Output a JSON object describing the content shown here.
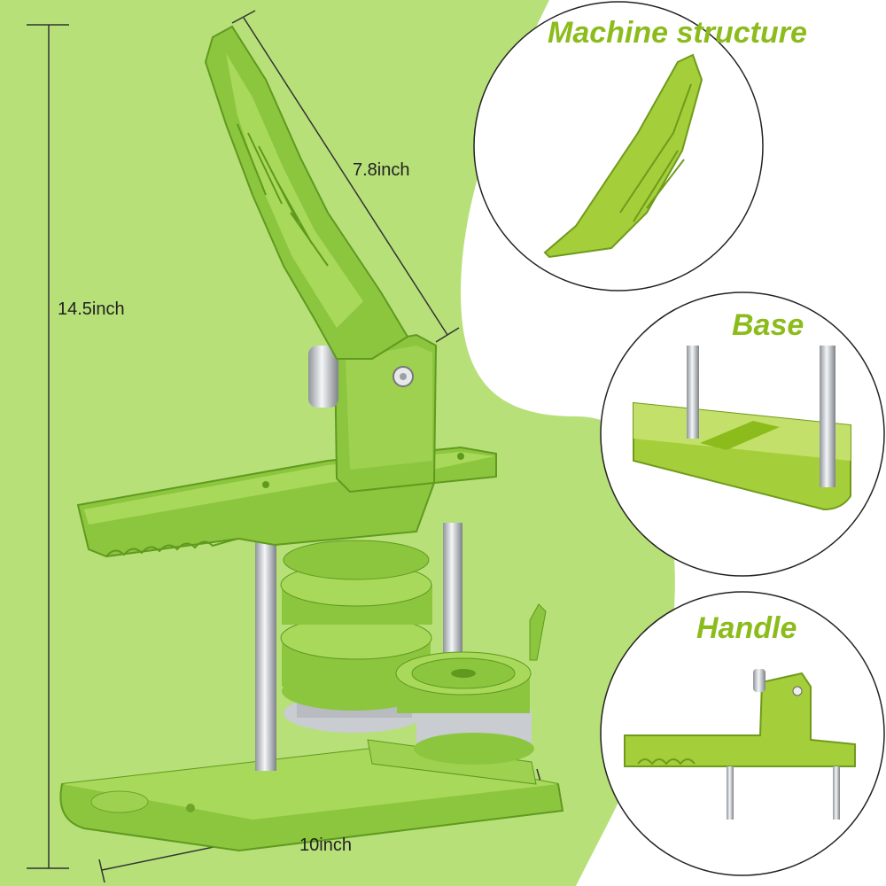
{
  "colors": {
    "bg_green": "#b7e079",
    "machine_green": "#8cc63f",
    "machine_dark": "#5f9a1e",
    "machine_light": "#b6e26a",
    "callout_text": "#8cbc1c",
    "steel": "#c9ccd0"
  },
  "dimensions": {
    "height": "14.5inch",
    "handle_length": "7.8inch",
    "base_width": "10inch"
  },
  "callouts": [
    {
      "label": "Machine structure",
      "icon": "handle-lever-icon"
    },
    {
      "label": "Base",
      "icon": "machine-base-icon"
    },
    {
      "label": "Handle",
      "icon": "press-arm-icon"
    }
  ]
}
